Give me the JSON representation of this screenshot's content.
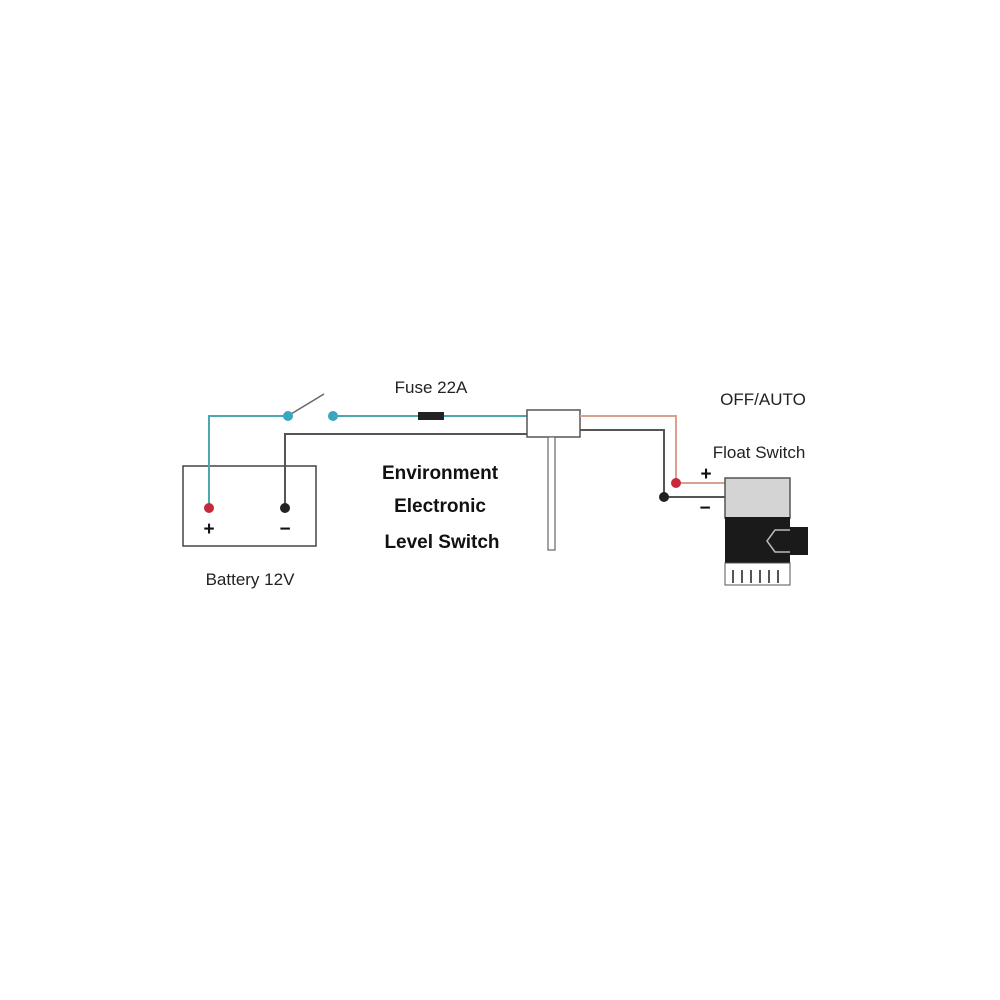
{
  "labels": {
    "fuse": "Fuse 22A",
    "off_auto": "OFF/AUTO",
    "float_switch": "Float Switch",
    "level_switch_line1": "Environment",
    "level_switch_line2": "Electronic",
    "level_switch_line3": "Level Switch",
    "battery": "Battery 12V",
    "battery_plus": "+",
    "battery_minus": "−",
    "pump_plus": "+",
    "pump_minus": "−"
  },
  "colors": {
    "positive_wire": "#4aa8b0",
    "negative_wire": "#555555",
    "pump_positive_wire": "#d9a090",
    "terminal_positive": "#c8283c",
    "terminal_negative": "#222222",
    "switch_dot": "#3aa5c0"
  }
}
